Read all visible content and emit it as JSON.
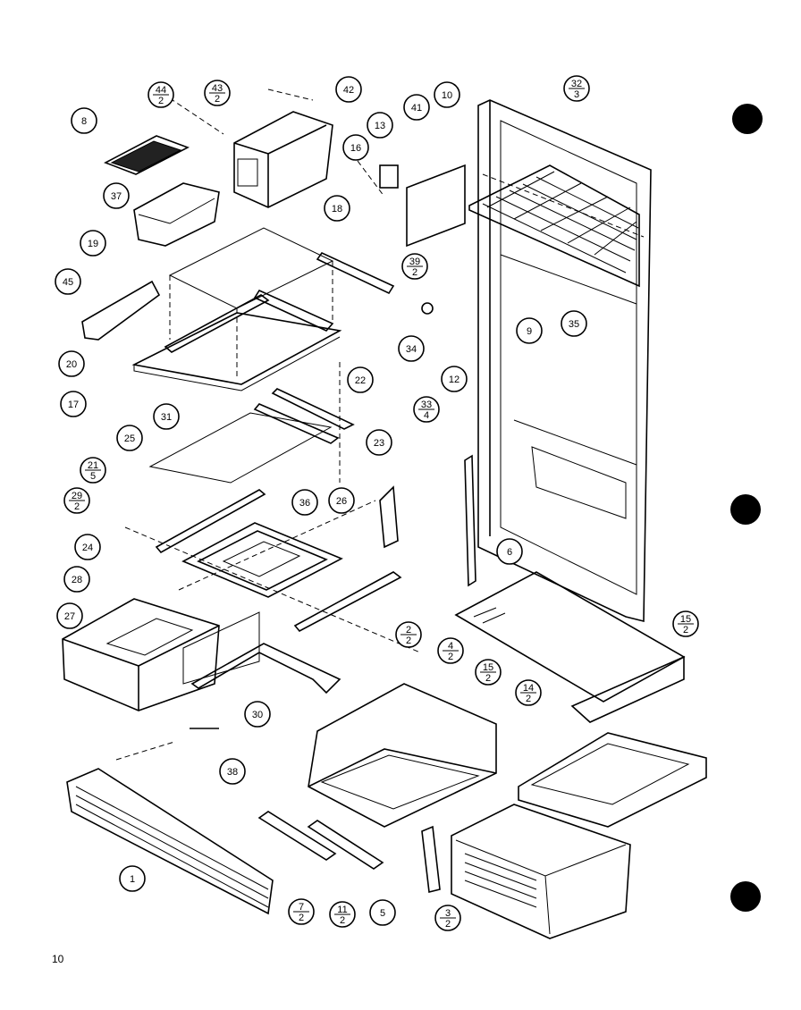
{
  "page_number": "10",
  "callouts": [
    {
      "id": "c8",
      "label": "8"
    },
    {
      "id": "c44",
      "num": "44",
      "den": "2"
    },
    {
      "id": "c43",
      "num": "43",
      "den": "2"
    },
    {
      "id": "c42",
      "label": "42"
    },
    {
      "id": "c16",
      "label": "16"
    },
    {
      "id": "c13",
      "label": "13"
    },
    {
      "id": "c41",
      "label": "41"
    },
    {
      "id": "c10",
      "label": "10"
    },
    {
      "id": "c32",
      "num": "32",
      "den": "3"
    },
    {
      "id": "c37",
      "label": "37"
    },
    {
      "id": "c18",
      "label": "18"
    },
    {
      "id": "c19",
      "label": "19"
    },
    {
      "id": "c39",
      "num": "39",
      "den": "2"
    },
    {
      "id": "c45",
      "label": "45"
    },
    {
      "id": "c34",
      "label": "34"
    },
    {
      "id": "c9",
      "label": "9"
    },
    {
      "id": "c35",
      "label": "35"
    },
    {
      "id": "c20",
      "label": "20"
    },
    {
      "id": "c17",
      "label": "17"
    },
    {
      "id": "c22",
      "label": "22"
    },
    {
      "id": "c12",
      "label": "12"
    },
    {
      "id": "c33",
      "num": "33",
      "den": "4"
    },
    {
      "id": "c31",
      "label": "31"
    },
    {
      "id": "c25",
      "label": "25"
    },
    {
      "id": "c23",
      "label": "23"
    },
    {
      "id": "c21",
      "num": "21",
      "den": "5"
    },
    {
      "id": "c29",
      "num": "29",
      "den": "2"
    },
    {
      "id": "c36",
      "label": "36"
    },
    {
      "id": "c26",
      "label": "26"
    },
    {
      "id": "c24",
      "label": "24"
    },
    {
      "id": "c6",
      "label": "6"
    },
    {
      "id": "c28",
      "label": "28"
    },
    {
      "id": "c27",
      "label": "27"
    },
    {
      "id": "c15a",
      "num": "15",
      "den": "2"
    },
    {
      "id": "c2",
      "num": "2",
      "den": "2"
    },
    {
      "id": "c4",
      "num": "4",
      "den": "2"
    },
    {
      "id": "c15b",
      "num": "15",
      "den": "2"
    },
    {
      "id": "c14",
      "num": "14",
      "den": "2"
    },
    {
      "id": "c30",
      "label": "30"
    },
    {
      "id": "c38",
      "label": "38"
    },
    {
      "id": "c1",
      "label": "1"
    },
    {
      "id": "c7",
      "num": "7",
      "den": "2"
    },
    {
      "id": "c11",
      "num": "11",
      "den": "2"
    },
    {
      "id": "c5",
      "label": "5"
    },
    {
      "id": "c3",
      "num": "3",
      "den": "2"
    }
  ]
}
